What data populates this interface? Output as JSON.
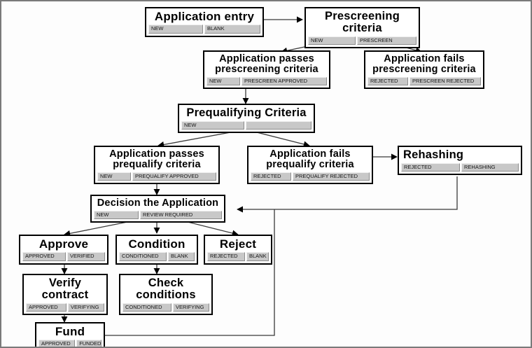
{
  "diagram": {
    "title": "Loan application workflow state diagram",
    "background": "#fdfdfd",
    "border_color": "#7a7a7a",
    "state_cell_color": "#c8c8c8",
    "line_color": "#3a3a3a"
  },
  "nodes": [
    {
      "id": "application-entry",
      "label": "Application entry",
      "states": [
        "NEW",
        "BLANK"
      ]
    },
    {
      "id": "prescreening-criteria",
      "label": "Prescreening criteria",
      "states": [
        "NEW",
        "PRESCREEN"
      ]
    },
    {
      "id": "application-passes-prescreening",
      "label": "Application passes\nprescreening criteria",
      "states": [
        "NEW",
        "PRESCREEN APPROVED"
      ]
    },
    {
      "id": "application-fails-prescreening",
      "label": "Application fails\nprescreening criteria",
      "states": [
        "REJECTED",
        "PRESCREEN REJECTED"
      ]
    },
    {
      "id": "prequalifying-criteria",
      "label": "Prequalifying Criteria",
      "states": [
        "NEW",
        ""
      ]
    },
    {
      "id": "application-passes-prequalify",
      "label": "Application passes\nprequalify       criteria",
      "states": [
        "NEW",
        "PREQUALIFY APPROVED"
      ]
    },
    {
      "id": "application-fails-prequalify",
      "label": "Application fails\nprequalify criteria",
      "states": [
        "REJECTED",
        "PREQUALIFY REJECTED"
      ]
    },
    {
      "id": "rehashing",
      "label": "Rehashing",
      "states": [
        "REJECTED",
        "REHASHING"
      ]
    },
    {
      "id": "decision-the-application",
      "label": "Decision the  Application",
      "states": [
        "NEW",
        "REVIEW REQUIRED"
      ]
    },
    {
      "id": "approve",
      "label": "Approve",
      "states": [
        "APPROVED",
        "VERIFIED"
      ]
    },
    {
      "id": "condition",
      "label": "Condition",
      "states": [
        "CONDITIONED",
        "BLANK"
      ]
    },
    {
      "id": "reject",
      "label": "Reject",
      "states": [
        "REJECTED",
        "BLANK"
      ]
    },
    {
      "id": "verify-contract",
      "label": "Verify\ncontract",
      "states": [
        "APPROVED",
        "VERIFYING"
      ]
    },
    {
      "id": "check-conditions",
      "label": "Check\nconditions",
      "states": [
        "CONDITIONED",
        "VERIFYING"
      ]
    },
    {
      "id": "fund",
      "label": "Fund",
      "states": [
        "APPROVED",
        "FUNDED"
      ]
    }
  ]
}
